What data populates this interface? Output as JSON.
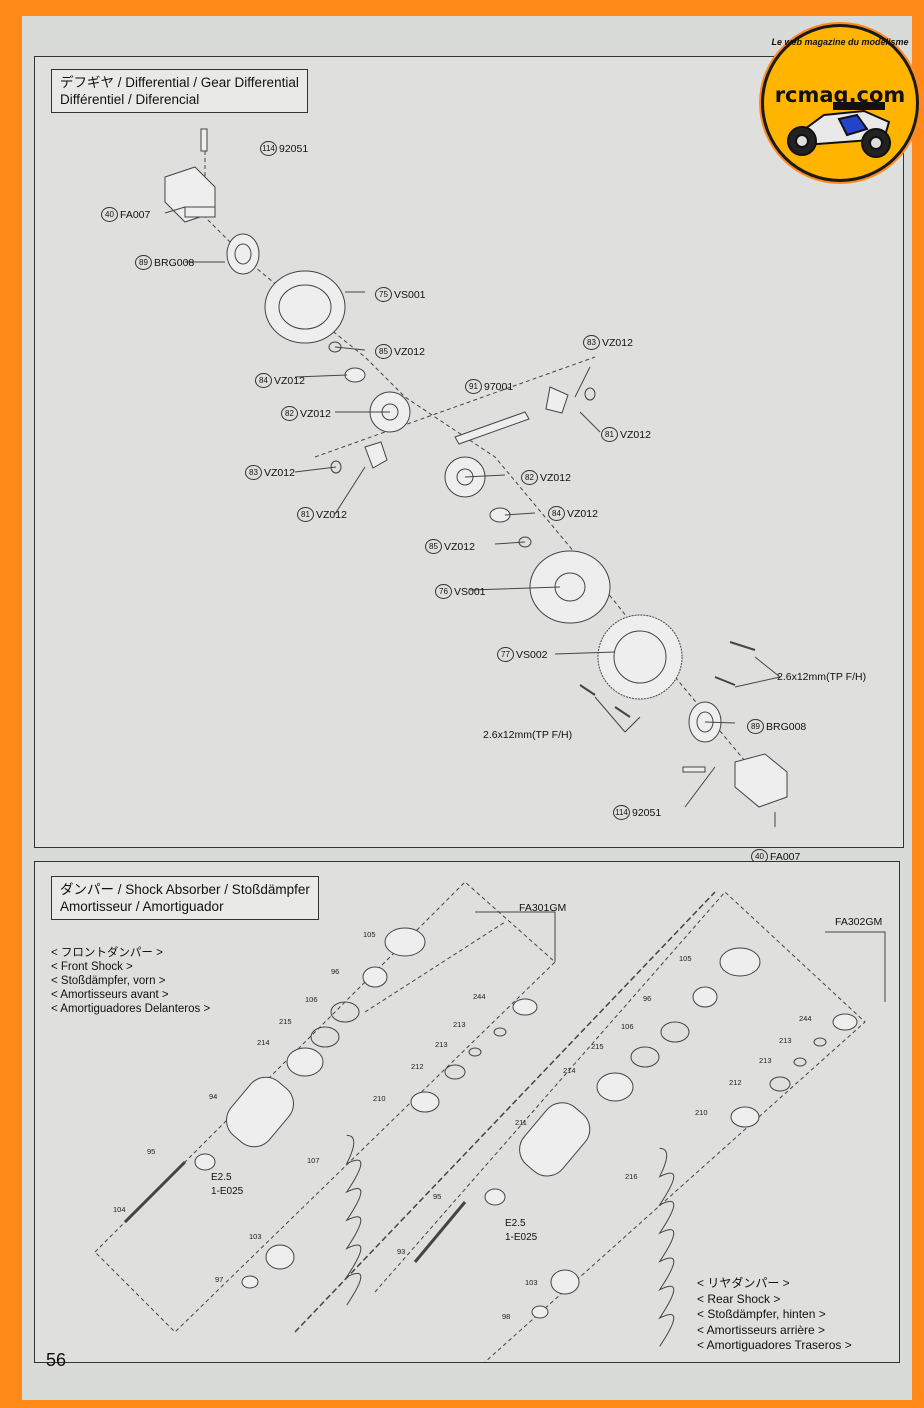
{
  "diff": {
    "title_l1": "デフギヤ / Differential / Gear Differential",
    "title_l2": "Différentiel / Diferencial",
    "parts": [
      {
        "num": "114",
        "code": "92051"
      },
      {
        "num": "40",
        "code": "FA007"
      },
      {
        "num": "89",
        "code": "BRG008"
      },
      {
        "num": "75",
        "code": "VS001"
      },
      {
        "num": "85",
        "code": "VZ012"
      },
      {
        "num": "84",
        "code": "VZ012"
      },
      {
        "num": "82",
        "code": "VZ012"
      },
      {
        "num": "83",
        "code": "VZ012"
      },
      {
        "num": "81",
        "code": "VZ012"
      },
      {
        "num": "91",
        "code": "97001"
      },
      {
        "num": "83",
        "code": "VZ012"
      },
      {
        "num": "81",
        "code": "VZ012"
      },
      {
        "num": "82",
        "code": "VZ012"
      },
      {
        "num": "84",
        "code": "VZ012"
      },
      {
        "num": "85",
        "code": "VZ012"
      },
      {
        "num": "76",
        "code": "VS001"
      },
      {
        "num": "77",
        "code": "VS002"
      },
      {
        "num": "89",
        "code": "BRG008"
      },
      {
        "num": "114",
        "code": "92051"
      },
      {
        "num": "40",
        "code": "FA007"
      }
    ],
    "screw_1": "2.6x12mm(TP F/H)",
    "screw_2": "2.6x12mm(TP F/H)"
  },
  "shock": {
    "title_l1": "ダンパー / Shock Absorber / Stoßdämpfer",
    "title_l2": "Amortisseur / Amortiguador",
    "front_label": "FA301GM",
    "rear_label": "FA302GM",
    "front_list": [
      "< フロントダンパー >",
      "< Front Shock >",
      "< Stoßdämpfer, vorn >",
      "< Amortisseurs avant >",
      "< Amortiguadores Delanteros >"
    ],
    "rear_list": [
      "< リヤダンパー >",
      "< Rear Shock >",
      "< Stoßdämpfer, hinten >",
      "< Amortisseurs arrière >",
      "< Amortiguadores Traseros >"
    ],
    "front_parts": [
      "105",
      "96",
      "106",
      "215",
      "214",
      "94",
      "95",
      "104",
      "103",
      "97",
      "244",
      "213",
      "213",
      "212",
      "210",
      "107"
    ],
    "rear_parts": [
      "105",
      "96",
      "106",
      "215",
      "214",
      "211",
      "95",
      "93",
      "103",
      "98",
      "244",
      "213",
      "213",
      "212",
      "210",
      "216"
    ],
    "eclip_1": "E2.5",
    "eclip_1b": "1-E025",
    "eclip_2": "E2.5",
    "eclip_2b": "1-E025"
  },
  "page_number": "56",
  "logo": {
    "tagline": "Le web magazine du modelisme",
    "name": "rcmag.com"
  },
  "colors": {
    "border": "#ff8a1a",
    "paper": "#d9dbd8",
    "logo": "#ffb400"
  }
}
